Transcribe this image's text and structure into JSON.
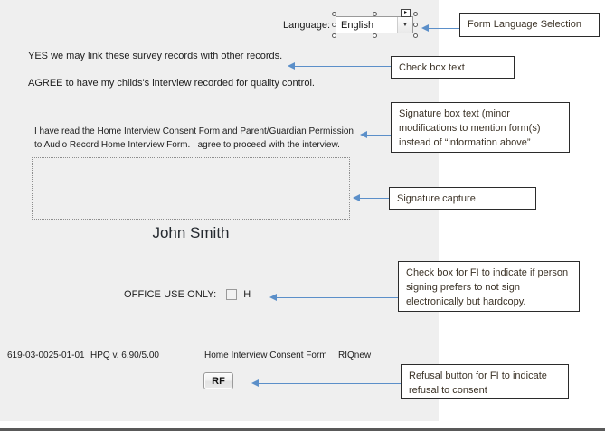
{
  "form": {
    "language": {
      "label": "Language:",
      "value": "English",
      "arrow_glyph": "▼",
      "rotate_glyph": "▸"
    },
    "consent_statements": [
      "YES we may link these survey records with other records.",
      "AGREE to have my childs's interview recorded for quality control."
    ],
    "signature_paragraph": "I have read the Home Interview Consent Form and Parent/Guardian Permission to Audio Record Home Interview Form.  I agree to proceed with the interview.",
    "signer_name": "John Smith",
    "office_use": {
      "label": "OFFICE USE ONLY:",
      "checkbox_checked": false,
      "checkbox_suffix": "H"
    },
    "footer": {
      "id": "619-03-0025-01-01",
      "version": "HPQ v. 6.90/5.00",
      "title": "Home Interview Consent Form",
      "tag": "RIQnew"
    },
    "refusal_button_label": "RF"
  },
  "annotations": {
    "language": "Form Language Selection",
    "checkbox_text": "Check box text",
    "signature_box_text": "Signature box text (minor modifications to mention form(s) instead of “information above”",
    "signature_capture": "Signature capture",
    "office_checkbox": "Check box for FI to indicate if person signing prefers to not sign electronically but hardcopy.",
    "refusal_button": "Refusal button for FI to indicate refusal to consent"
  },
  "colors": {
    "panel_background": "#efefef",
    "page_background": "#ffffff",
    "arrow": "#5b8fc9",
    "callout_border": "#2b2b2b",
    "callout_text": "#3b3226"
  }
}
